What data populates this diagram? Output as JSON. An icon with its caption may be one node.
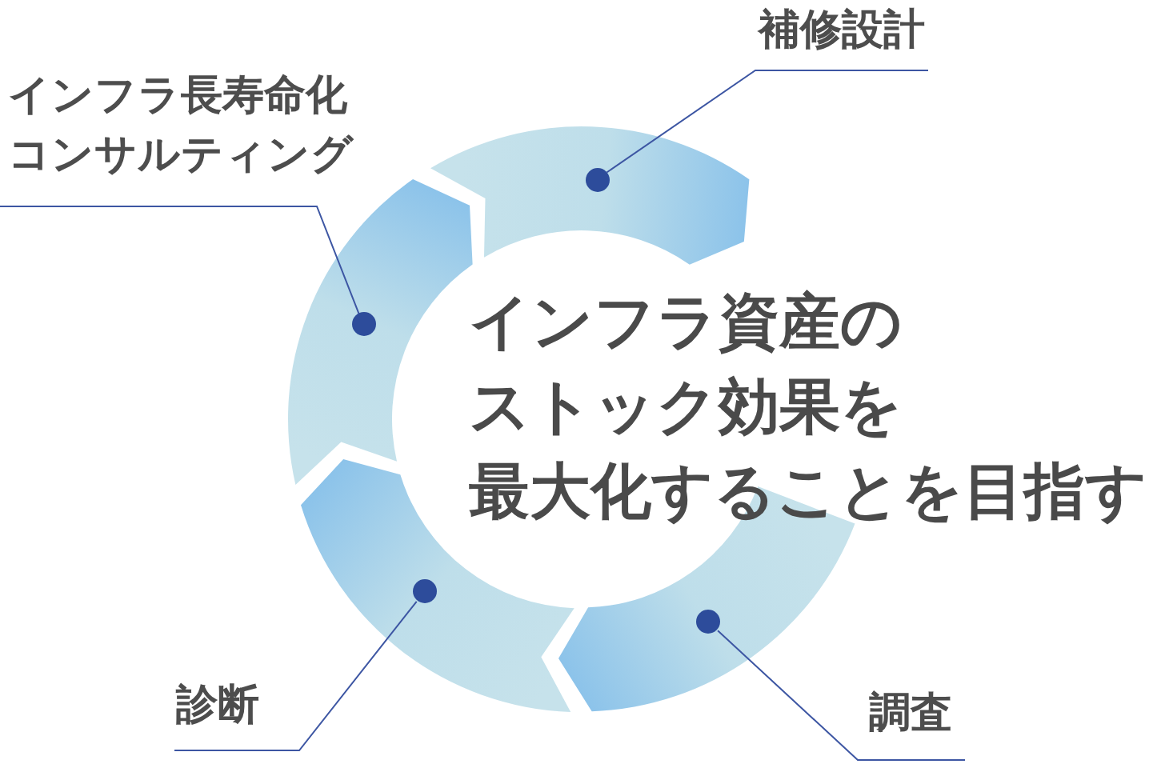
{
  "diagram": {
    "title": "インフラ資産のストック効果を最大化することを目指す",
    "nodes": [
      {
        "text": [
          "補修設計"
        ]
      },
      {
        "text": [
          "インフラ長寿命化コンサルティング"
        ]
      },
      {
        "text": [
          "診断"
        ]
      },
      {
        "text": [
          "調査"
        ]
      },
      {
        "text": [],
        "shape": "arrow"
      },
      {
        "text": [],
        "shape": "arrow"
      },
      {
        "text": [],
        "shape": "arrow"
      },
      {
        "text": [],
        "shape": "arrow"
      },
      {
        "text": [],
        "shape": "circle",
        "in": 4
      },
      {
        "text": [],
        "shape": "circle",
        "in": 5
      },
      {
        "text": [],
        "shape": "circle",
        "in": 6
      },
      {
        "text": [],
        "shape": "circle",
        "in": 7
      }
    ],
    "edges": [
      {
        "from": 0,
        "to": 10,
        "arrow": "none"
      },
      {
        "from": 1,
        "to": 8,
        "arrow": "none"
      },
      {
        "from": 2,
        "to": 9,
        "arrow": "none"
      },
      {
        "from": 3,
        "to": 11,
        "arrow": "none"
      }
    ]
  }
}
